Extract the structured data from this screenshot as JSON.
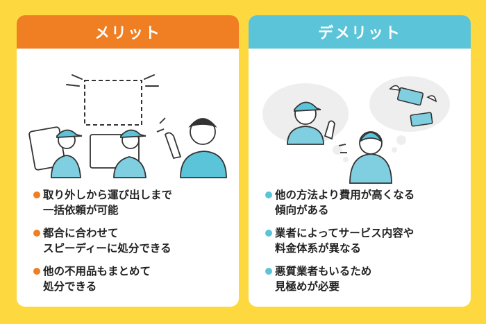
{
  "colors": {
    "background": "#FDD93F",
    "merit_accent": "#F07E22",
    "demerit_accent": "#5BC4D8",
    "text": "#222222"
  },
  "merit": {
    "title": "メリット",
    "illustration": "worker-carrying-tv-waving-customer",
    "points": [
      {
        "lines": [
          "取り外しから運び出しまで",
          "一括依頼が可能"
        ]
      },
      {
        "lines": [
          "都合に合わせて",
          "スピーディーに処分できる"
        ]
      },
      {
        "lines": [
          "他の不用品もまとめて",
          "処分できる"
        ]
      }
    ]
  },
  "demerit": {
    "title": "デメリット",
    "illustration": "worried-customer-thinking-of-worker-and-flying-money",
    "points": [
      {
        "lines": [
          "他の方法より費用が高くなる",
          "傾向がある"
        ]
      },
      {
        "lines": [
          "業者によってサービス内容や",
          "料金体系が異なる"
        ]
      },
      {
        "lines": [
          "悪質業者もいるため",
          "見極めが必要"
        ]
      }
    ]
  }
}
